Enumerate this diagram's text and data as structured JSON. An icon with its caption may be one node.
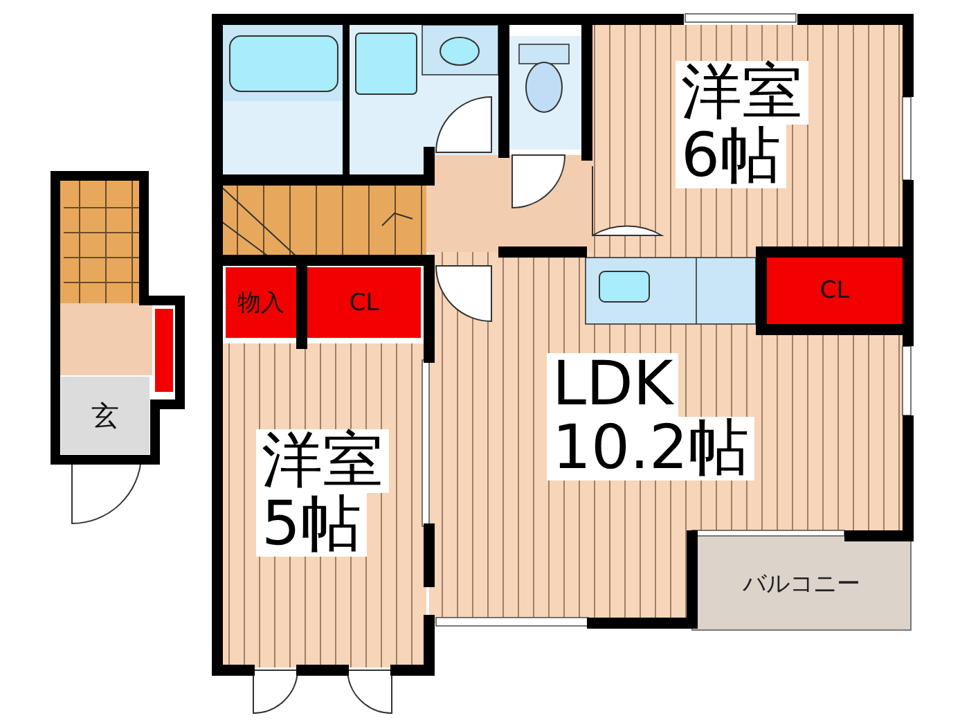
{
  "diagram": {
    "nodes": [
      {
        "text": [
          "洋室",
          "6帖"
        ]
      },
      {
        "text": [
          "物入"
        ]
      },
      {
        "text": [
          "CL"
        ]
      },
      {
        "text": [
          "CL"
        ]
      },
      {
        "text": [
          "玄"
        ]
      },
      {
        "text": [
          "LDK",
          "10.2帖"
        ]
      },
      {
        "text": [
          "洋室",
          "5帖"
        ]
      },
      {
        "text": [
          "バルコニー"
        ]
      }
    ]
  }
}
